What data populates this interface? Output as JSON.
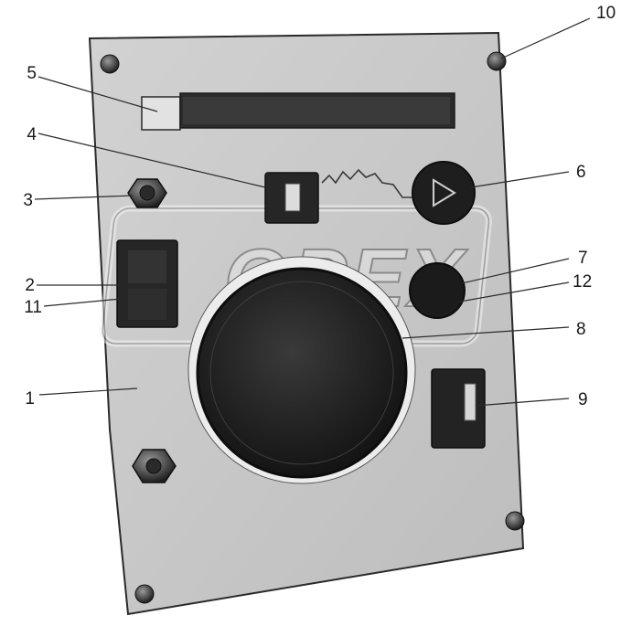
{
  "figure": {
    "watermark": "OPEX",
    "callouts": [
      {
        "id": "1",
        "label": "1"
      },
      {
        "id": "2",
        "label": "2"
      },
      {
        "id": "3",
        "label": "3"
      },
      {
        "id": "4",
        "label": "4"
      },
      {
        "id": "5",
        "label": "5"
      },
      {
        "id": "6",
        "label": "6"
      },
      {
        "id": "7",
        "label": "7"
      },
      {
        "id": "8",
        "label": "8"
      },
      {
        "id": "9",
        "label": "9"
      },
      {
        "id": "10",
        "label": "10"
      },
      {
        "id": "11",
        "label": "11"
      },
      {
        "id": "12",
        "label": "12"
      }
    ]
  }
}
